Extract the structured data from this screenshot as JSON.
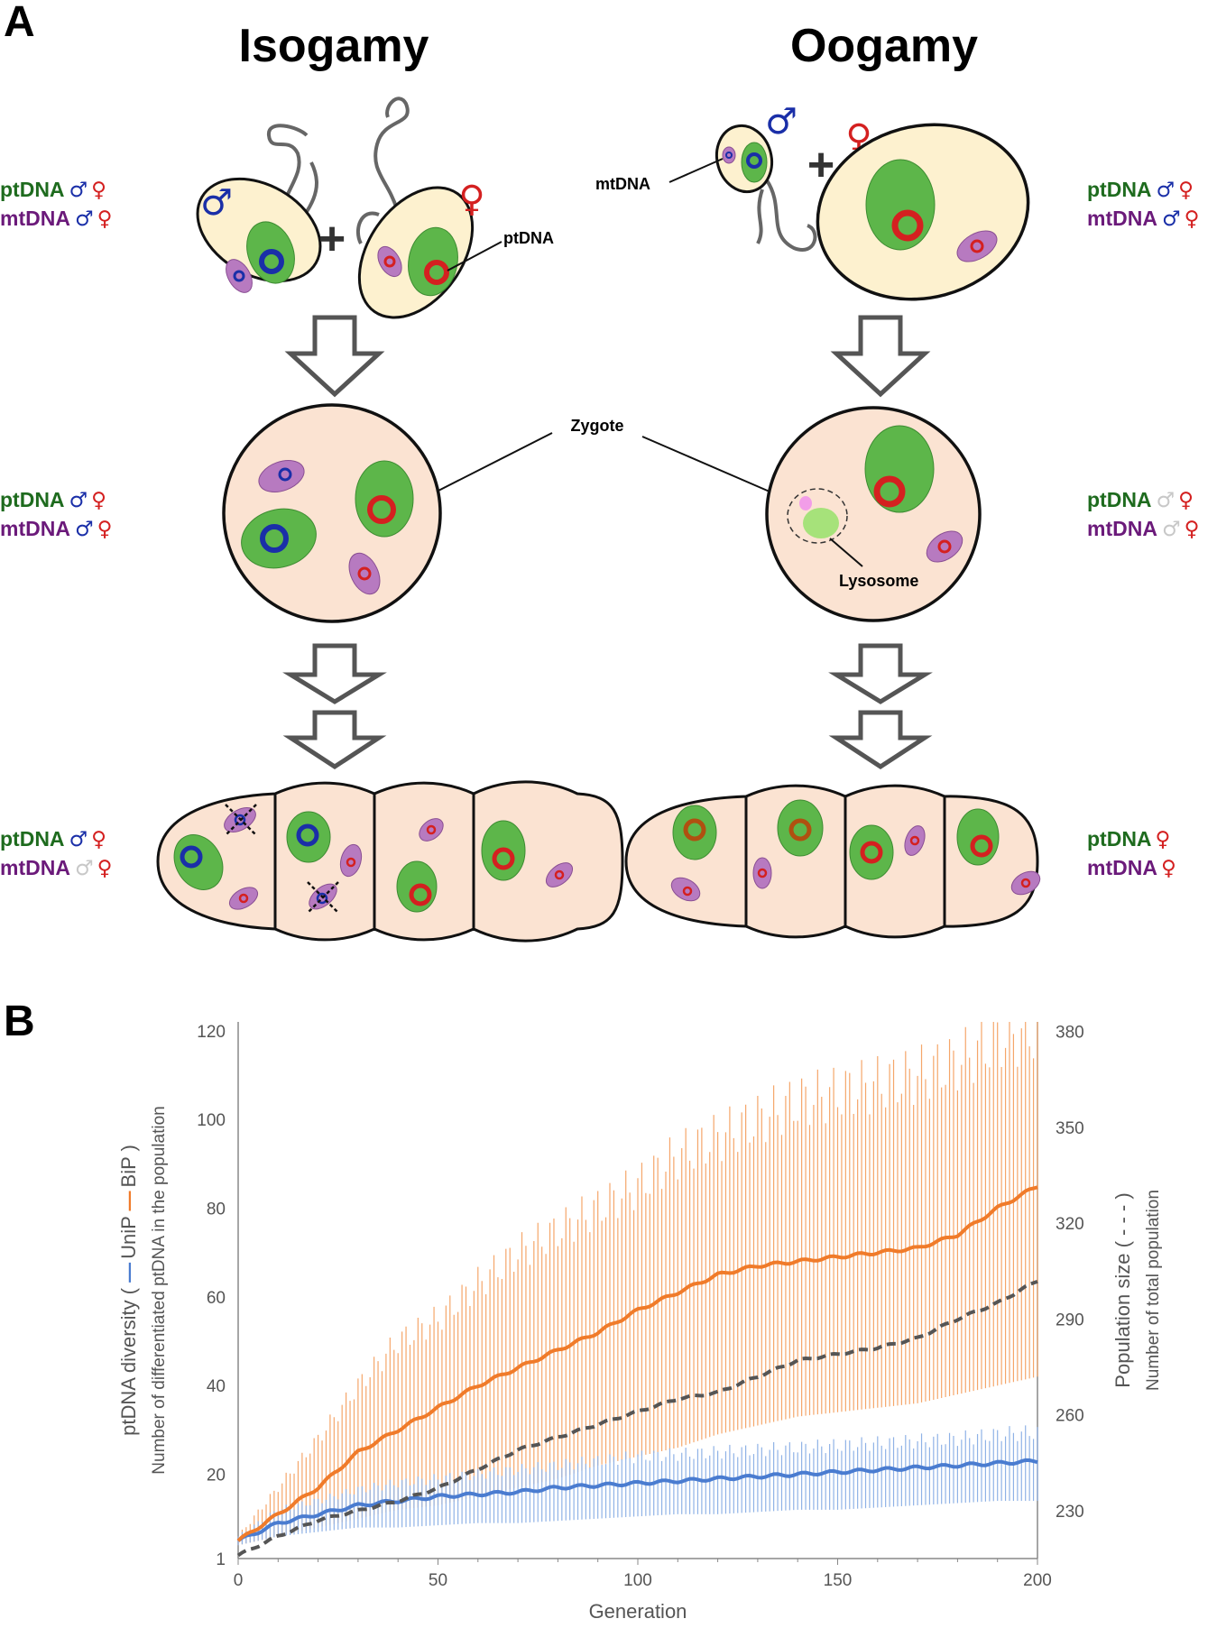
{
  "panel_a": {
    "letter": "A",
    "isogamy_title": "Isogamy",
    "oogamy_title": "Oogamy",
    "callouts": {
      "ptdna": "ptDNA",
      "mtdna": "mtDNA",
      "zygote": "Zygote",
      "lysosome": "Lysosome"
    },
    "sex_symbols": {
      "male": "♂",
      "female": "♀",
      "plus": "+"
    },
    "legend": {
      "ptdna": "ptDNA",
      "mtdna": "mtDNA",
      "male_symbol": "♂",
      "female_symbol": "♀"
    },
    "colors": {
      "ptdna": "#1e6b1e",
      "mtdna": "#6b1a7a",
      "male": "#1a2fa8",
      "female": "#d42020",
      "faded": "#c8c8c8",
      "chloroplast": "#5db64a",
      "mito": "#b77ac0",
      "gamete_fill": "#fdf1cf",
      "zygote_fill": "#fbe3d2",
      "arrow": "#555555"
    }
  },
  "panel_b": {
    "letter": "B",
    "xlabel": "Generation",
    "ylabel_left": "ptDNA diversity ( — UniP    — BiP )",
    "ylabel_left_sub": "Number of differentiated ptDNA in the population",
    "ylabel_right": "Population size ( - - - )",
    "ylabel_right_sub": "Number of total population",
    "ylabel_parts": {
      "prefix": "ptDNA diversity (",
      "unip": "UniP",
      "bip": "BiP",
      "suffix": ")"
    },
    "colors": {
      "unip": "#4a7cd0",
      "bip": "#f07b2a",
      "pop": "#555555",
      "bip_err": "#f5a66a",
      "unip_err": "#8fb2e6"
    }
  },
  "chart_data": {
    "type": "line",
    "xlabel": "Generation",
    "ylabel": "ptDNA diversity",
    "y2label": "Population size",
    "xlim": [
      0,
      200
    ],
    "ylim": [
      1,
      122
    ],
    "y2lim": [
      215,
      383
    ],
    "x_ticks": [
      0,
      50,
      100,
      150,
      200
    ],
    "y_ticks": [
      1,
      20,
      40,
      60,
      80,
      100,
      120
    ],
    "y2_ticks": [
      230,
      260,
      290,
      320,
      350,
      380
    ],
    "grid": false,
    "series": [
      {
        "name": "UniP",
        "axis": "left",
        "x": [
          0,
          10,
          20,
          30,
          40,
          50,
          60,
          70,
          80,
          90,
          100,
          110,
          120,
          130,
          140,
          150,
          160,
          170,
          180,
          190,
          200
        ],
        "values": [
          5,
          9,
          11,
          13,
          14,
          15,
          15.5,
          16,
          17,
          17.5,
          18,
          18.5,
          19,
          19.5,
          20,
          20.5,
          21,
          21.5,
          22,
          22.5,
          23
        ],
        "err_low": [
          4,
          6,
          7,
          8,
          8,
          8.5,
          9,
          9,
          9.5,
          10,
          10.5,
          11,
          11,
          11.5,
          12,
          12,
          12.5,
          13,
          13.5,
          14,
          14
        ],
        "err_high": [
          6,
          12,
          14,
          16.5,
          18,
          19,
          20,
          21,
          22,
          23,
          24,
          24.5,
          25,
          25.5,
          26,
          26.5,
          27,
          27.5,
          28,
          29,
          29.5
        ]
      },
      {
        "name": "BiP",
        "axis": "left",
        "x": [
          0,
          10,
          20,
          30,
          40,
          50,
          60,
          70,
          80,
          90,
          100,
          110,
          120,
          130,
          140,
          150,
          160,
          170,
          180,
          190,
          200
        ],
        "values": [
          5,
          11,
          17,
          25,
          30,
          35,
          40,
          44,
          48,
          52,
          57,
          61,
          65,
          67,
          68,
          69,
          70,
          71,
          74,
          80,
          85
        ],
        "err_low": [
          4,
          6,
          8,
          10,
          12,
          13,
          15,
          17,
          19,
          22,
          24,
          26,
          29,
          31,
          33,
          34,
          35,
          36,
          38,
          40,
          42
        ],
        "err_high": [
          6,
          17,
          28,
          40,
          50,
          55,
          63,
          70,
          75,
          80,
          85,
          92,
          96,
          100,
          104,
          106,
          108,
          110,
          113,
          118,
          120
        ]
      },
      {
        "name": "Population size",
        "axis": "right",
        "x": [
          0,
          10,
          20,
          30,
          40,
          50,
          60,
          70,
          80,
          90,
          100,
          110,
          120,
          130,
          140,
          150,
          160,
          170,
          180,
          190,
          200
        ],
        "values": [
          216,
          222,
          227,
          230,
          233,
          237,
          243,
          249,
          253,
          257,
          261,
          265,
          267,
          272,
          277,
          279,
          281,
          284,
          290,
          295,
          302
        ]
      }
    ]
  }
}
